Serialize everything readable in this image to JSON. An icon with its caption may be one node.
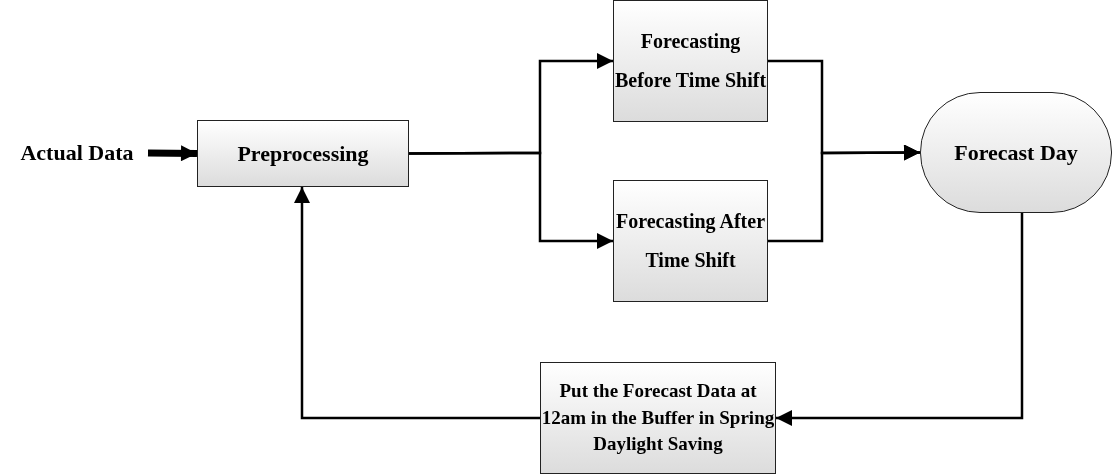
{
  "diagram": {
    "nodes": [
      {
        "text": [
          "Actual Data"
        ]
      },
      {
        "text": [
          "Preprocessing"
        ]
      },
      {
        "text": [
          "Forecasting Before Time Shift"
        ]
      },
      {
        "text": [
          "Forecasting After Time Shift"
        ]
      },
      {
        "text": [
          "Forecast Day"
        ]
      },
      {
        "text": [
          "Put the Forecast Data at 12am in the Buffer in Spring Daylight Saving"
        ]
      }
    ],
    "edges": [
      {
        "from": 0,
        "to": 1,
        "arrow": "to",
        "style": "thick"
      },
      {
        "from": 1,
        "to": 2,
        "arrow": "to"
      },
      {
        "from": 1,
        "to": 3,
        "arrow": "to"
      },
      {
        "from": 2,
        "to": 4,
        "arrow": "to"
      },
      {
        "from": 3,
        "to": 4,
        "arrow": "to"
      },
      {
        "from": 4,
        "to": 5,
        "arrow": "to"
      },
      {
        "from": 5,
        "to": 1,
        "arrow": "to"
      }
    ]
  }
}
